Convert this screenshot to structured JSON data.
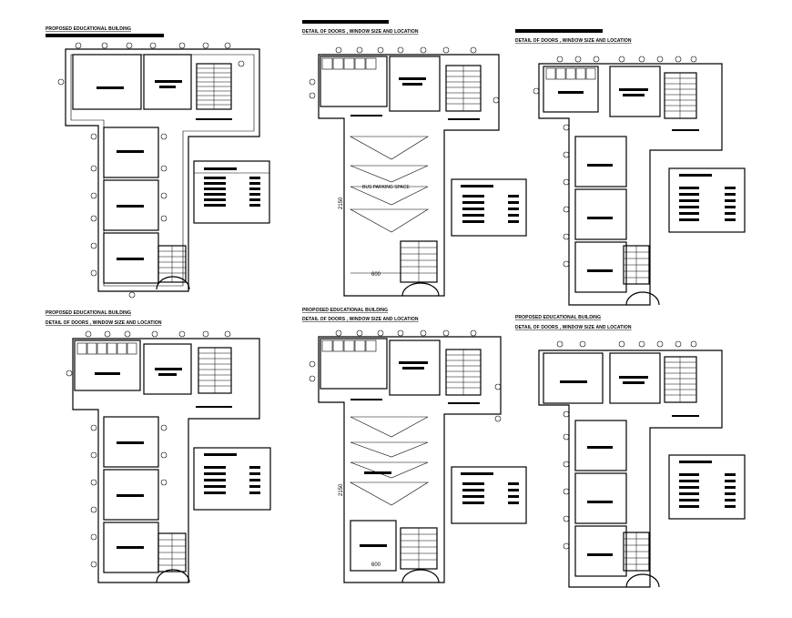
{
  "plans": [
    {
      "id": "p1",
      "titles": [
        "PROPOSED EDUCATIONAL BUILDING"
      ]
    },
    {
      "id": "p2",
      "titles": [
        "DETAIL OF DOORS , WINDOW SIZE AND LOCATION"
      ],
      "center_label": "BUS PARKING SPACE",
      "dim_v": "2150",
      "dim_h": "600"
    },
    {
      "id": "p3",
      "titles": [
        "DETAIL OF DOORS , WINDOW SIZE AND LOCATION"
      ]
    },
    {
      "id": "p4",
      "titles": [
        "PROPOSED EDUCATIONAL BUILDING",
        "DETAIL OF DOORS , WINDOW SIZE AND LOCATION"
      ]
    },
    {
      "id": "p5",
      "titles": [
        "PROPOSED EDUCATIONAL BUILDING",
        "DETAIL OF DOORS , WINDOW SIZE AND LOCATION"
      ],
      "dim_v": "2150",
      "dim_h": "600"
    },
    {
      "id": "p6",
      "titles": [
        "PROPOSED EDUCATIONAL BUILDING",
        "DETAIL OF DOORS , WINDOW SIZE AND LOCATION"
      ]
    }
  ]
}
